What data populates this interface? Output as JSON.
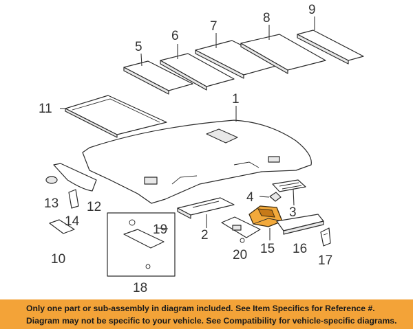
{
  "callouts": {
    "c1": "1",
    "c2": "2",
    "c3": "3",
    "c4": "4",
    "c5": "5",
    "c6": "6",
    "c7": "7",
    "c8": "8",
    "c9": "9",
    "c10": "10",
    "c11": "11",
    "c12": "12",
    "c13": "13",
    "c14": "14",
    "c15": "15",
    "c16": "16",
    "c17": "17",
    "c18": "18",
    "c19": "19",
    "c20": "20"
  },
  "highlighted_part": "15",
  "colors": {
    "highlight": "#f2a93b",
    "banner": "#f3a338"
  },
  "notice": {
    "line1": "Only one part or sub-assembly in diagram included. See Item Specifics for Reference #.",
    "line2": "Diagram may not be specific to your vehicle. See Compatibility for vehicle-specific diagrams."
  }
}
